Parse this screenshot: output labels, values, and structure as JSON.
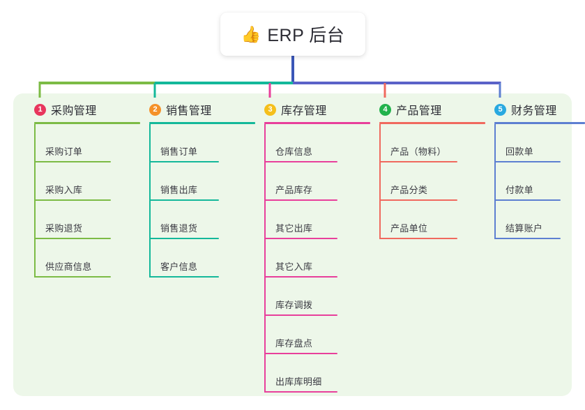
{
  "root": {
    "icon": "thumbs-up-icon",
    "emoji": "👍",
    "title": "ERP 后台"
  },
  "palette": {
    "panel_bg": "#edf7e9",
    "trunk": "#3b57b8",
    "bar_left": "#7cbb45",
    "bar_mid": "#14b89a",
    "bar_right": "#5a62c8",
    "page_bg": "#ffffff",
    "text": "#2d2d35"
  },
  "columns": [
    {
      "number": "1",
      "badge_color": "#e8365d",
      "line_color": "#7cbb45",
      "label": "采购管理",
      "items": [
        {
          "label": "采购订单"
        },
        {
          "label": "采购入库"
        },
        {
          "label": "采购退货"
        },
        {
          "label": "供应商信息"
        }
      ]
    },
    {
      "number": "2",
      "badge_color": "#f59128",
      "line_color": "#14b89a",
      "label": "销售管理",
      "items": [
        {
          "label": "销售订单"
        },
        {
          "label": "销售出库"
        },
        {
          "label": "销售退货"
        },
        {
          "label": "客户信息"
        }
      ]
    },
    {
      "number": "3",
      "badge_color": "#f5bf1b",
      "line_color": "#e83f9b",
      "label": "库存管理",
      "items": [
        {
          "label": "仓库信息"
        },
        {
          "label": "产品库存"
        },
        {
          "label": "其它出库"
        },
        {
          "label": "其它入库"
        },
        {
          "label": "库存调拨"
        },
        {
          "label": "库存盘点"
        },
        {
          "label": "出库库明细"
        }
      ]
    },
    {
      "number": "4",
      "badge_color": "#22b24c",
      "line_color": "#f0695e",
      "label": "产品管理",
      "items": [
        {
          "label": "产品（物料）"
        },
        {
          "label": "产品分类"
        },
        {
          "label": "产品单位"
        }
      ]
    },
    {
      "number": "5",
      "badge_color": "#29a9e0",
      "line_color": "#5d7fd1",
      "label": "财务管理",
      "items": [
        {
          "label": "回款单"
        },
        {
          "label": "付款单"
        },
        {
          "label": "结算账户"
        }
      ]
    }
  ]
}
